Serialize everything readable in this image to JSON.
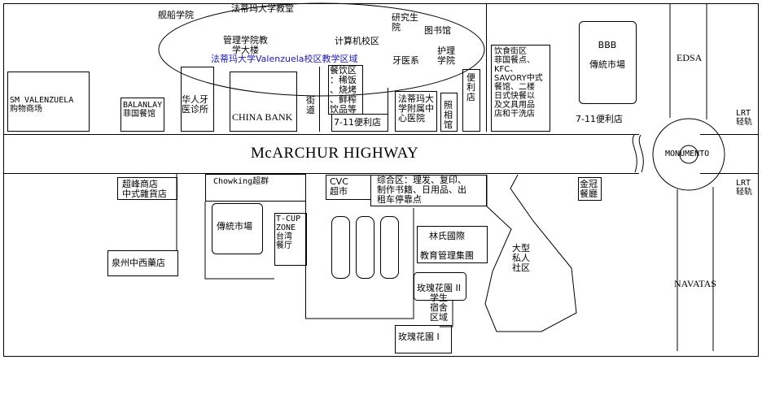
{
  "map": {
    "road_main": "McARCHUR HIGHWAY",
    "roundabout": "MONUMENTO",
    "edsa": "EDSA",
    "navatas": "NAVATAS",
    "lrt_top": "LRT\n轻轨",
    "lrt_bottom": "LRT\n轻轨",
    "north": {
      "maritime": "舰船学院",
      "classroom": "法蒂玛大学教堂",
      "management": "管理学院教\n学大楼",
      "computer": "计算机校区",
      "graduate": "研究生\n院",
      "library": "图书馆",
      "campus": "法蒂玛大学Valenzuela校区教学区域",
      "dental": "牙医系",
      "nursing": "护理\n学院",
      "sm": "SM VALENZUELA\n购物商场",
      "balanlay": "BALANLAY\n菲国餐馆",
      "clinic": "华人牙\n医诊所",
      "chinabank": "CHINA BANK",
      "street": "街\n道",
      "food": "餐饮区\n：稀饭\n、烧烤\n、鲜榨\n饮品等",
      "seveneleven_a": "7-11便利店",
      "hospital": "法蒂玛大\n学附属中\n心医院",
      "photo": "照\n相\n馆",
      "convenience": "便\n利\n店",
      "dining": "饮食街区\n菲国餐点、\nKFC、\nSAVORY中式\n餐馆、二楼\n日式快餐以\n及文具用品\n店和干洗店",
      "bbb": "BBB\n\n傳統市場",
      "seveneleven_b": "7-11便利店"
    },
    "south": {
      "chaofeng": "超峰商店\n中式雜貨店",
      "chowking": "Chowking超群",
      "market": "傳統市場",
      "tcup": "T-CUP\nZONE\n台湾\n餐厅",
      "cvc": "CVC\n超市",
      "complex": "综合区：理发、复印、\n制作书籍、日用品、出\n租车停靠点",
      "quanzhou": "泉州中西藥店",
      "lin": "林氏國際\n\n教育管理集團",
      "rose2": "玫瑰花園 II",
      "dorm": "学生\n宿舍\n区域",
      "rose1": "玫瑰花園 I",
      "community": "大型\n私人\n社区",
      "jinguan": "金冠\n餐廳"
    }
  }
}
